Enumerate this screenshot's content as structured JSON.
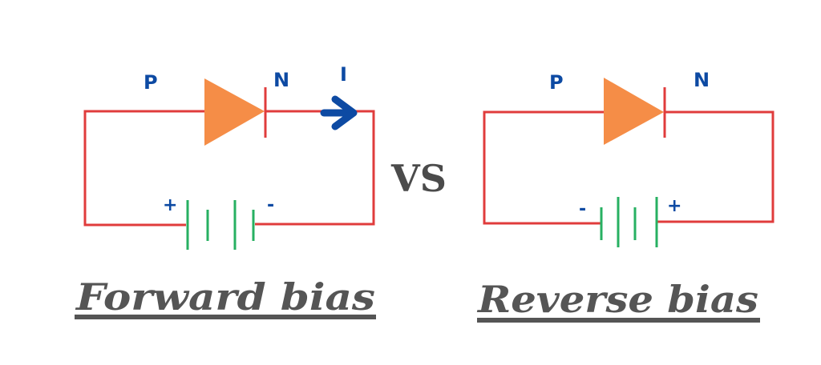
{
  "colors": {
    "wire": "#e03c3c",
    "diode": "#f58d47",
    "battery": "#27b062",
    "label": "#0d4aa3",
    "title": "#555555",
    "vs": "#4b4b4b"
  },
  "vs_label": "VS",
  "forward": {
    "p_label": "P",
    "n_label": "N",
    "current_label": "I",
    "battery_left_sign": "+",
    "battery_right_sign": "-",
    "title": "Forward bias"
  },
  "reverse": {
    "p_label": "P",
    "n_label": "N",
    "battery_left_sign": "-",
    "battery_right_sign": "+",
    "title": "Reverse bias"
  }
}
